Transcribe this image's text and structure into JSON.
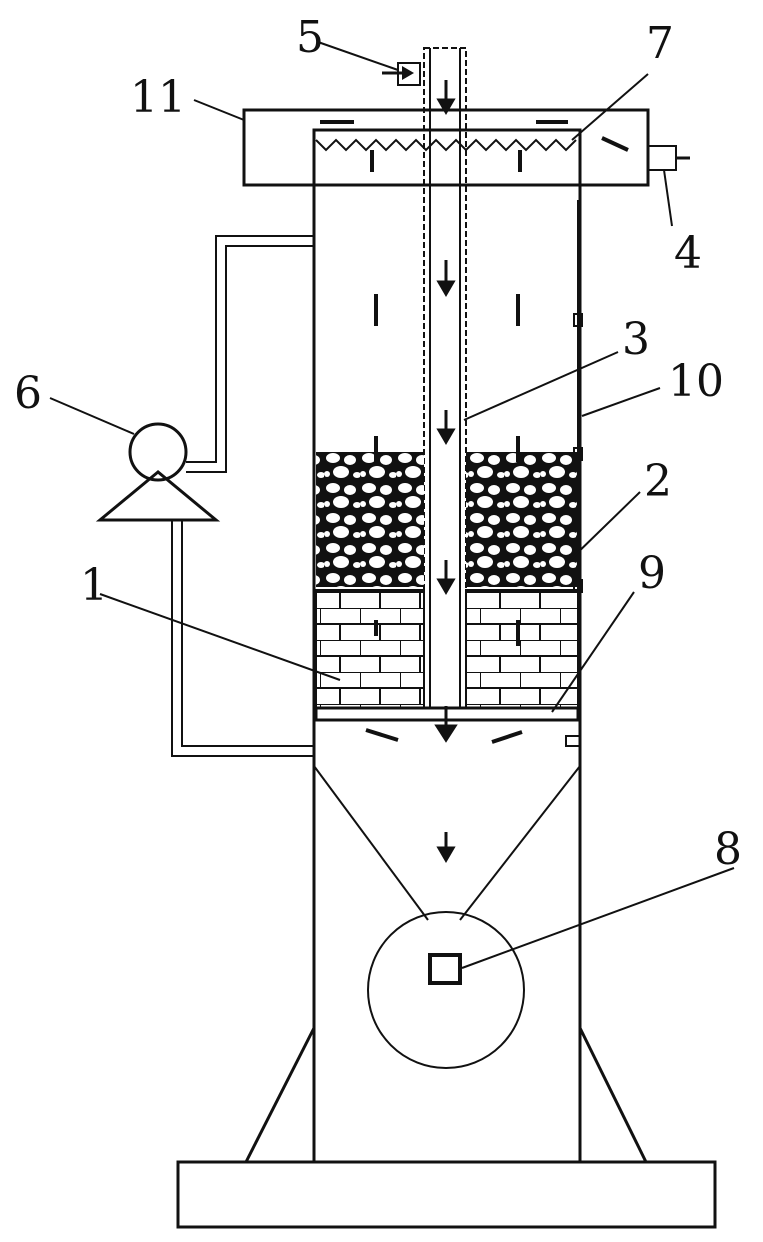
{
  "labels": {
    "l1": "1",
    "l2": "2",
    "l3": "3",
    "l4": "4",
    "l5": "5",
    "l6": "6",
    "l7": "7",
    "l8": "8",
    "l9": "9",
    "l10": "10",
    "l11": "11"
  },
  "colors": {
    "line": "#111111",
    "background": "#ffffff"
  }
}
